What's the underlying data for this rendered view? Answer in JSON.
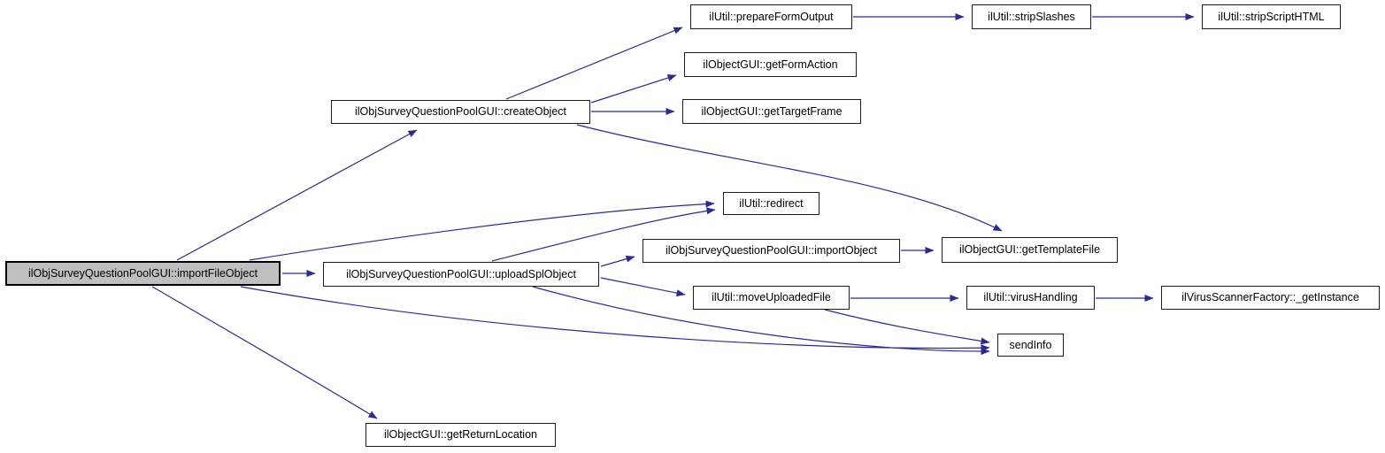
{
  "graph": {
    "type": "call-graph",
    "direction": "left-to-right",
    "colors": {
      "edge": "#2A2A96",
      "node_border": "#1c1c1c",
      "node_fill": "#ffffff",
      "highlight_fill": "#bfbfbf",
      "text": "#000000",
      "background": "#ffffff"
    },
    "nodes": [
      {
        "id": "importFileObject",
        "label": "ilObjSurveyQuestionPoolGUI::importFileObject",
        "highlighted": true
      },
      {
        "id": "createObject",
        "label": "ilObjSurveyQuestionPoolGUI::createObject",
        "highlighted": false
      },
      {
        "id": "prepareFormOutput",
        "label": "ilUtil::prepareFormOutput",
        "highlighted": false
      },
      {
        "id": "stripSlashes",
        "label": "ilUtil::stripSlashes",
        "highlighted": false
      },
      {
        "id": "stripScriptHTML",
        "label": "ilUtil::stripScriptHTML",
        "highlighted": false
      },
      {
        "id": "getFormAction",
        "label": "ilObjectGUI::getFormAction",
        "highlighted": false
      },
      {
        "id": "getTargetFrame",
        "label": "ilObjectGUI::getTargetFrame",
        "highlighted": false
      },
      {
        "id": "redirect",
        "label": "ilUtil::redirect",
        "highlighted": false
      },
      {
        "id": "importObject",
        "label": "ilObjSurveyQuestionPoolGUI::importObject",
        "highlighted": false
      },
      {
        "id": "getTemplateFile",
        "label": "ilObjectGUI::getTemplateFile",
        "highlighted": false
      },
      {
        "id": "uploadSplObject",
        "label": "ilObjSurveyQuestionPoolGUI::uploadSplObject",
        "highlighted": false
      },
      {
        "id": "moveUploadedFile",
        "label": "ilUtil::moveUploadedFile",
        "highlighted": false
      },
      {
        "id": "virusHandling",
        "label": "ilUtil::virusHandling",
        "highlighted": false
      },
      {
        "id": "getInstance",
        "label": "ilVirusScannerFactory::_getInstance",
        "highlighted": false
      },
      {
        "id": "sendInfo",
        "label": "sendInfo",
        "highlighted": false
      },
      {
        "id": "getReturnLocation",
        "label": "ilObjectGUI::getReturnLocation",
        "highlighted": false
      }
    ],
    "edges": [
      {
        "from": "importFileObject",
        "to": "createObject"
      },
      {
        "from": "importFileObject",
        "to": "redirect"
      },
      {
        "from": "importFileObject",
        "to": "uploadSplObject"
      },
      {
        "from": "importFileObject",
        "to": "sendInfo"
      },
      {
        "from": "importFileObject",
        "to": "getReturnLocation"
      },
      {
        "from": "createObject",
        "to": "prepareFormOutput"
      },
      {
        "from": "createObject",
        "to": "getFormAction"
      },
      {
        "from": "createObject",
        "to": "getTargetFrame"
      },
      {
        "from": "createObject",
        "to": "getTemplateFile"
      },
      {
        "from": "prepareFormOutput",
        "to": "stripSlashes"
      },
      {
        "from": "stripSlashes",
        "to": "stripScriptHTML"
      },
      {
        "from": "uploadSplObject",
        "to": "redirect"
      },
      {
        "from": "uploadSplObject",
        "to": "importObject"
      },
      {
        "from": "uploadSplObject",
        "to": "moveUploadedFile"
      },
      {
        "from": "uploadSplObject",
        "to": "sendInfo"
      },
      {
        "from": "importObject",
        "to": "getTemplateFile"
      },
      {
        "from": "moveUploadedFile",
        "to": "virusHandling"
      },
      {
        "from": "moveUploadedFile",
        "to": "sendInfo"
      },
      {
        "from": "virusHandling",
        "to": "getInstance"
      }
    ]
  }
}
